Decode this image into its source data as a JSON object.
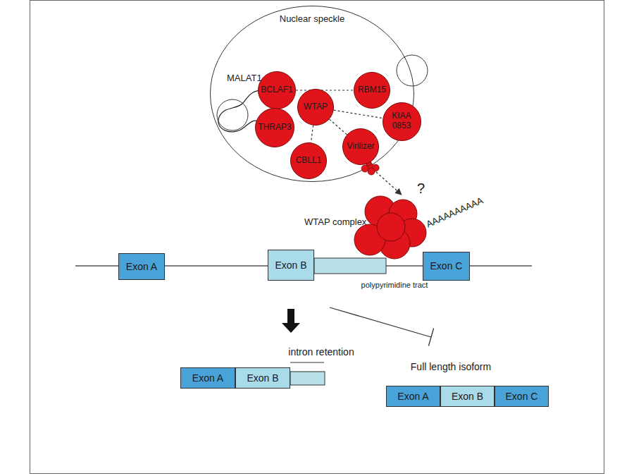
{
  "diagram": {
    "nodes": [
      {
        "text": [
          "Nuclear speckle"
        ]
      },
      {
        "text": [
          "BCLAF1"
        ],
        "in": 0
      },
      {
        "text": [
          "WTAP"
        ],
        "in": 0
      },
      {
        "text": [
          "THRAP3"
        ],
        "in": 0
      },
      {
        "text": [
          "RBM15"
        ],
        "in": 0
      },
      {
        "text": [
          "KIAA 0853"
        ],
        "in": 0
      },
      {
        "text": [
          "Virilizer"
        ],
        "in": 0
      },
      {
        "text": [
          "CBLL1"
        ],
        "in": 0
      },
      {
        "text": [
          "WTAP complex"
        ]
      },
      {
        "text": [
          "Exon A"
        ]
      },
      {
        "text": [
          "Exon B"
        ]
      },
      {
        "text": [
          "Exon C"
        ]
      },
      {
        "text": [
          "Exon A"
        ]
      },
      {
        "text": [
          "Exon B"
        ]
      },
      {
        "text": [
          "Exon A"
        ]
      },
      {
        "text": [
          "Exon B"
        ]
      },
      {
        "text": [
          "Exon C"
        ]
      }
    ],
    "edges": [
      {
        "from": 1,
        "to": 4,
        "arrow": "none"
      },
      {
        "from": 2,
        "to": 5,
        "arrow": "none"
      },
      {
        "from": 2,
        "to": 6,
        "arrow": "none"
      },
      {
        "from": 2,
        "to": 7,
        "arrow": "none"
      },
      {
        "from": 0,
        "to": 8,
        "arrow": "to"
      }
    ],
    "labels": [
      "MALAT1",
      "?",
      "AAAAAAAAAA",
      "polypyrimidine tract",
      "intron retention",
      "Full length isoform"
    ]
  }
}
